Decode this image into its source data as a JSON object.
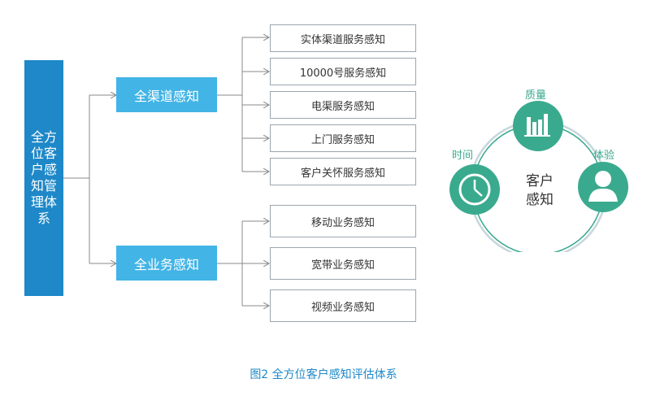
{
  "root": {
    "label": "全方\n位客\n户感\n知管\n理体\n系"
  },
  "branches": [
    {
      "label": "全渠道感知",
      "children": [
        "实体渠道服务感知",
        "10000号服务感知",
        "电渠服务感知",
        "上门服务感知",
        "客户关怀服务感知"
      ]
    },
    {
      "label": "全业务感知",
      "children": [
        "移动业务感知",
        "宽带业务感知",
        "视频业务感知"
      ]
    }
  ],
  "cycle": {
    "center": "客户\n感知",
    "nodes": [
      {
        "label": "质量",
        "icon": "bar-chart-icon"
      },
      {
        "label": "时间",
        "icon": "clock-icon"
      },
      {
        "label": "体验",
        "icon": "person-icon"
      }
    ],
    "accent": "#3aaa8e"
  },
  "caption": "图2  全方位客户感知评估体系",
  "colors": {
    "root": "#1e88c8",
    "branch": "#42b4e6",
    "caption": "#1e88c8"
  }
}
